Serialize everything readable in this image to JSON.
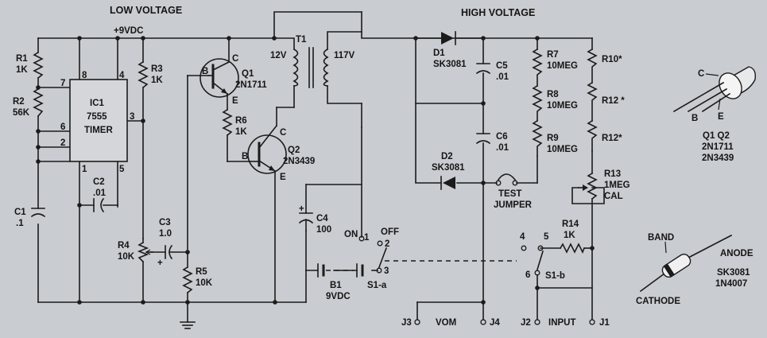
{
  "headings": {
    "low": "LOW VOLTAGE",
    "high": "HIGH VOLTAGE"
  },
  "supply": "+9VDC",
  "ic": {
    "name": "IC1",
    "part": "7555",
    "type": "TIMER",
    "pins": [
      "8",
      "4",
      "7",
      "6",
      "2",
      "3",
      "1",
      "5"
    ]
  },
  "resistors": {
    "R1": [
      "R1",
      "1K"
    ],
    "R2": [
      "R2",
      "56K"
    ],
    "R3": [
      "R3",
      "1K"
    ],
    "R4": [
      "R4",
      "10K"
    ],
    "R5": [
      "R5",
      "10K"
    ],
    "R6": [
      "R6",
      "1K"
    ],
    "R7": [
      "R7",
      "10MEG"
    ],
    "R8": [
      "R8",
      "10MEG"
    ],
    "R9": [
      "R9",
      "10MEG"
    ],
    "R10": [
      "R10*"
    ],
    "R12a": [
      "R12 *"
    ],
    "R12b": [
      "R12*"
    ],
    "R13": [
      "R13",
      "1MEG",
      "CAL"
    ],
    "R14": [
      "R14",
      "1K"
    ]
  },
  "capacitors": {
    "C1": [
      "C1",
      ".1"
    ],
    "C2": [
      "C2",
      ".01"
    ],
    "C3": [
      "C3",
      "1.0"
    ],
    "C4": [
      "C4",
      "100"
    ],
    "C5": [
      "C5",
      ".01"
    ],
    "C6": [
      "C6",
      ".01"
    ]
  },
  "transistors": {
    "Q1": [
      "Q1",
      "2N1711"
    ],
    "Q2": [
      "Q2",
      "2N3439"
    ],
    "pins": {
      "b": "B",
      "c": "C",
      "e": "E"
    }
  },
  "transformer": {
    "name": "T1",
    "primary": "12V",
    "secondary": "117V"
  },
  "diodes": {
    "D1": [
      "D1",
      "SK3081"
    ],
    "D2": [
      "D2",
      "SK3081"
    ]
  },
  "polarity": {
    "plus": "+"
  },
  "battery": [
    "B1",
    "9VDC"
  ],
  "switch_a": {
    "name": "S1-a",
    "on": "ON",
    "off": "OFF",
    "pins": [
      "1",
      "2",
      "3"
    ]
  },
  "switch_b": {
    "name": "S1-b",
    "pins": [
      "4",
      "5",
      "6"
    ]
  },
  "test": [
    "TEST",
    "JUMPER"
  ],
  "jacks": {
    "J3": "J3",
    "J4": "J4",
    "J2": "J2",
    "J1": "J1",
    "vom": "VOM",
    "input": "INPUT"
  },
  "transistor_outline": {
    "c": "C",
    "b": "B",
    "e": "E",
    "caption": [
      "Q1 Q2",
      "2N1711",
      "2N3439"
    ]
  },
  "diode_outline": {
    "band": "BAND",
    "anode": "ANODE",
    "cathode": "CATHODE",
    "caption": [
      "SK3081",
      "1N4007"
    ]
  }
}
